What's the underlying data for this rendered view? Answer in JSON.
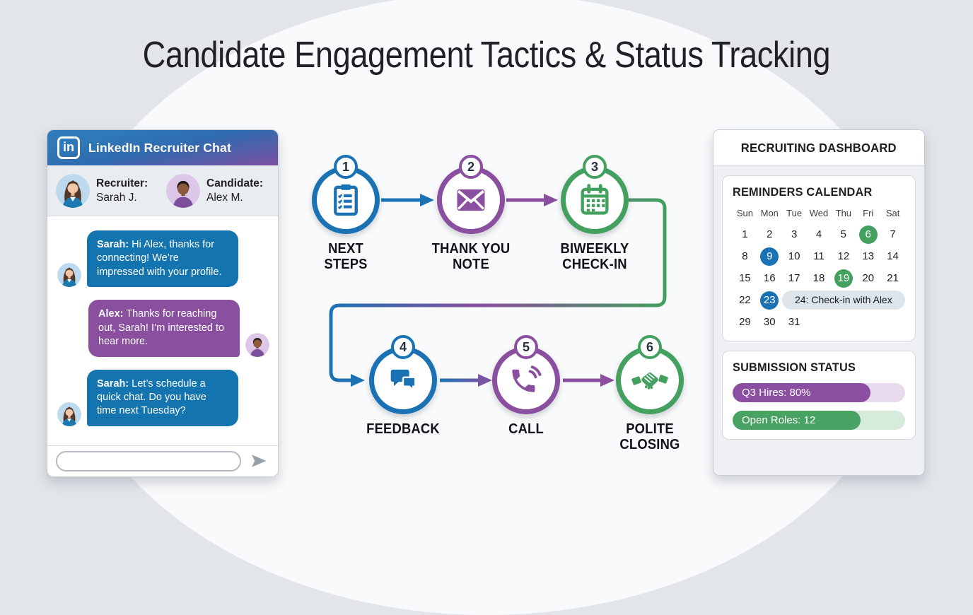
{
  "page_title": "Candidate Engagement Tactics & Status Tracking",
  "colors": {
    "blue": "#1A72B4",
    "purple": "#8A4F9E",
    "green": "#44A05F",
    "chat_header_gradient_start": "#2E7AB8",
    "chat_header_gradient_end": "#7B4FA0",
    "event_pill": "#DDE4EA"
  },
  "chat": {
    "logo_text": "in",
    "header_title": "LinkedIn Recruiter Chat",
    "participants": [
      {
        "role_label": "Recruiter:",
        "name": "Sarah J."
      },
      {
        "role_label": "Candidate:",
        "name": "Alex M."
      }
    ],
    "messages": [
      {
        "sender": "Sarah:",
        "text": "Hi Alex, thanks for connecting! We’re impressed with your profile."
      },
      {
        "sender": "Alex:",
        "text": "Thanks for reaching out, Sarah! I’m interested to hear more."
      },
      {
        "sender": "Sarah:",
        "text": "Let’s schedule a quick chat. Do you have time next Tuesday?"
      }
    ],
    "input_value": ""
  },
  "flow": {
    "steps": [
      {
        "num": "1",
        "lines": [
          "NEXT",
          "STEPS"
        ],
        "icon": "clipboard-icon",
        "color": "blue"
      },
      {
        "num": "2",
        "lines": [
          "THANK YOU",
          "NOTE"
        ],
        "icon": "envelope-icon",
        "color": "purple"
      },
      {
        "num": "3",
        "lines": [
          "BIWEEKLY",
          "CHECK-IN"
        ],
        "icon": "calendar-icon",
        "color": "green"
      },
      {
        "num": "4",
        "lines": [
          "FEEDBACK"
        ],
        "icon": "chat-bubbles-icon",
        "color": "blue"
      },
      {
        "num": "5",
        "lines": [
          "CALL"
        ],
        "icon": "phone-icon",
        "color": "purple"
      },
      {
        "num": "6",
        "lines": [
          "POLITE",
          "CLOSING"
        ],
        "icon": "handshake-icon",
        "color": "green"
      }
    ]
  },
  "dashboard": {
    "title": "RECRUITING DASHBOARD",
    "calendar": {
      "title": "REMINDERS CALENDAR",
      "day_headers": [
        "Sun",
        "Mon",
        "Tue",
        "Wed",
        "Thu",
        "Fri",
        "Sat"
      ],
      "days_in_month": 31,
      "green_days": [
        6,
        19
      ],
      "blue_days": [
        9,
        23
      ],
      "event": {
        "day": 24,
        "text": "24: Check-in with Alex",
        "hidden_days": [
          24,
          25,
          26,
          27,
          28
        ]
      }
    },
    "status": {
      "title": "SUBMISSION STATUS",
      "bars": [
        {
          "label": "Q3 Hires: 80%",
          "percent": 80,
          "color": "purple"
        },
        {
          "label": "Open Roles: 12",
          "percent": 74,
          "color": "green"
        }
      ]
    }
  }
}
